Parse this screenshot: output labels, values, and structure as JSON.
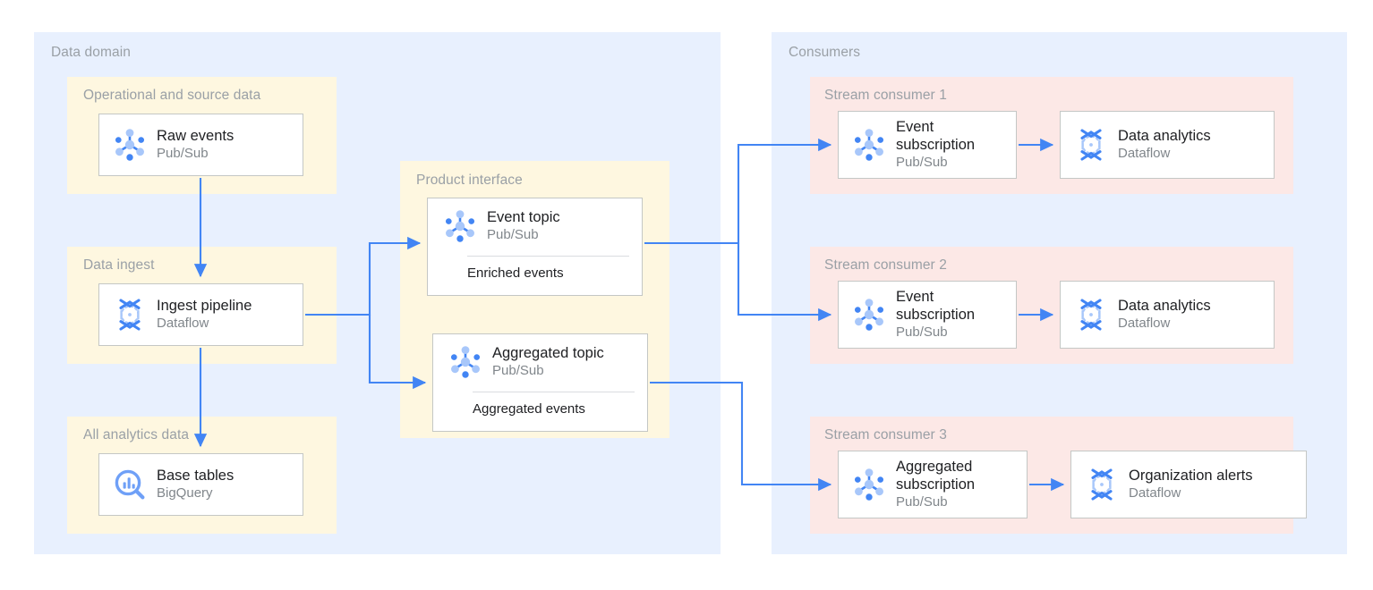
{
  "colors": {
    "outer_panel": "#e8f0fe",
    "domain_group": "#fef7e0",
    "consumer_group": "#fce8e6",
    "arrow": "#4285f4",
    "card_border": "#c4c7c5",
    "title_text": "#202124",
    "subtitle_text": "#80868b",
    "group_label": "#9aa0a6",
    "icon_dark": "#4285f4",
    "icon_light": "#a8c7fa"
  },
  "panels": {
    "data_domain": {
      "label": "Data domain"
    },
    "consumers": {
      "label": "Consumers"
    }
  },
  "groups": {
    "operational": {
      "label": "Operational and source data"
    },
    "data_ingest": {
      "label": "Data ingest"
    },
    "all_analytics": {
      "label": "All analytics data"
    },
    "product_interface": {
      "label": "Product interface"
    },
    "stream_consumer_1": {
      "label": "Stream consumer 1"
    },
    "stream_consumer_2": {
      "label": "Stream consumer 2"
    },
    "stream_consumer_3": {
      "label": "Stream consumer 3"
    }
  },
  "cards": {
    "raw_events": {
      "title": "Raw events",
      "subtitle": "Pub/Sub",
      "icon": "pubsub-icon"
    },
    "ingest_pipeline": {
      "title": "Ingest pipeline",
      "subtitle": "Dataflow",
      "icon": "dataflow-icon"
    },
    "base_tables": {
      "title": "Base tables",
      "subtitle": "BigQuery",
      "icon": "bigquery-icon"
    },
    "event_topic": {
      "title": "Event topic",
      "subtitle": "Pub/Sub",
      "footer": "Enriched events",
      "icon": "pubsub-icon"
    },
    "aggregated_topic": {
      "title": "Aggregated topic",
      "subtitle": "Pub/Sub",
      "footer": "Aggregated events",
      "icon": "pubsub-icon"
    },
    "event_subscription_1": {
      "title": "Event\nsubscription",
      "subtitle": "Pub/Sub",
      "icon": "pubsub-icon"
    },
    "data_analytics_1": {
      "title": "Data analytics",
      "subtitle": "Dataflow",
      "icon": "dataflow-icon"
    },
    "event_subscription_2": {
      "title": "Event\nsubscription",
      "subtitle": "Pub/Sub",
      "icon": "pubsub-icon"
    },
    "data_analytics_2": {
      "title": "Data analytics",
      "subtitle": "Dataflow",
      "icon": "dataflow-icon"
    },
    "aggregated_subscription_3": {
      "title": "Aggregated\nsubscription",
      "subtitle": "Pub/Sub",
      "icon": "pubsub-icon"
    },
    "organization_alerts_3": {
      "title": "Organization alerts",
      "subtitle": "Dataflow",
      "icon": "dataflow-icon"
    }
  },
  "flows": [
    {
      "name": "raw-events-to-ingest-pipeline",
      "from": "raw_events",
      "to": "ingest_pipeline"
    },
    {
      "name": "ingest-pipeline-to-base-tables",
      "from": "ingest_pipeline",
      "to": "base_tables"
    },
    {
      "name": "ingest-pipeline-to-event-topic",
      "from": "ingest_pipeline",
      "to": "event_topic"
    },
    {
      "name": "ingest-pipeline-to-aggregated-topic",
      "from": "ingest_pipeline",
      "to": "aggregated_topic"
    },
    {
      "name": "event-topic-to-event-subscription-1",
      "from": "event_topic",
      "to": "event_subscription_1"
    },
    {
      "name": "event-topic-to-event-subscription-2",
      "from": "event_topic",
      "to": "event_subscription_2"
    },
    {
      "name": "event-subscription-1-to-data-analytics",
      "from": "event_subscription_1",
      "to": "data_analytics_1"
    },
    {
      "name": "event-subscription-2-to-data-analytics",
      "from": "event_subscription_2",
      "to": "data_analytics_2"
    },
    {
      "name": "aggregated-topic-to-aggregated-subscription",
      "from": "aggregated_topic",
      "to": "aggregated_subscription_3"
    },
    {
      "name": "aggregated-subscription-to-organization-alerts",
      "from": "aggregated_subscription_3",
      "to": "organization_alerts_3"
    }
  ]
}
